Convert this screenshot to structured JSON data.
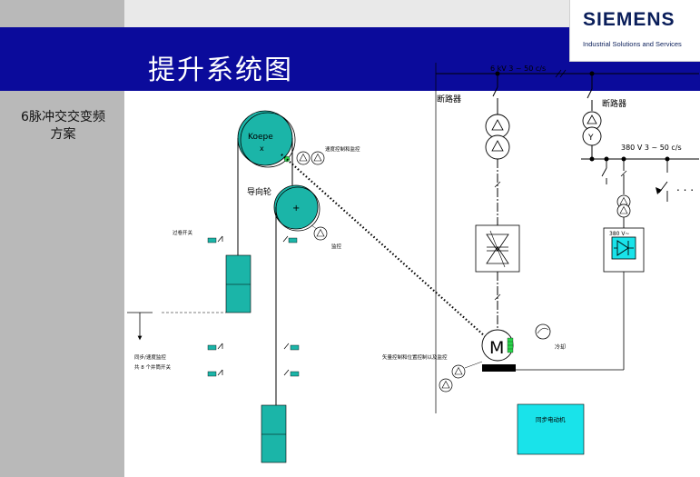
{
  "slide": {
    "title": "提升系统图",
    "subtitle_line1": "6脉冲交交变频",
    "subtitle_line2": "方案"
  },
  "logo": {
    "brand": "SIEMENS",
    "tagline": "Industrial Solutions and Services"
  },
  "diagram": {
    "koepe_label": "Koepe",
    "guide_wheel_label": "导向轮",
    "speed_control_label": "速度控制和监控",
    "monitor_label": "监控",
    "overwind_switch_label": "过卷开关",
    "sync_monitor_label": "同步/速度监控",
    "shaft_switches_label": "共 8 个井筒开关",
    "vector_control_label": "矢量控制和位置控制以及监控",
    "cooling_label": "冷却",
    "sync_motor_label": "同步电动机",
    "motor_symbol": "M",
    "hv_bus_label": "6 kV  3 ~ 50 c/s",
    "breaker_label_1": "断路器",
    "breaker_label_2": "断路器",
    "lv_bus_label": "380 V  3 ~ 50 c/s",
    "rectifier_label": "380 V~",
    "continuation_dots": ". . ."
  },
  "colors": {
    "title_bar": "#0b0b9b",
    "side_panel": "#b9b9b9",
    "teal": "#1bb5a8",
    "cyan": "#19e3ea"
  }
}
